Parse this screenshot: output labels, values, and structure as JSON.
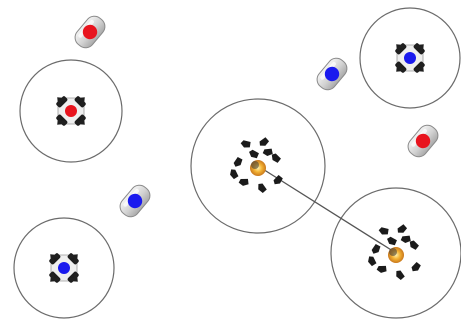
{
  "game": {
    "background_color": "#ffffff",
    "range_ring_color": "#6b6b6b",
    "link_color": "#555555",
    "team_colors": {
      "red": "#e8141e",
      "blue": "#1a1aee"
    },
    "units": [
      {
        "id": "red-pod-left",
        "team": "red",
        "icon": "capsule-unit-icon",
        "has_range_ring": false
      },
      {
        "id": "red-turret-left",
        "team": "red",
        "icon": "turret-unit-icon",
        "has_range_ring": true
      },
      {
        "id": "blue-pod-center-left",
        "team": "blue",
        "icon": "capsule-unit-icon",
        "has_range_ring": false
      },
      {
        "id": "blue-turret-bottom-left",
        "team": "blue",
        "icon": "turret-unit-icon",
        "has_range_ring": true
      },
      {
        "id": "blue-pod-top-center",
        "team": "blue",
        "icon": "capsule-unit-icon",
        "has_range_ring": false
      },
      {
        "id": "blue-turret-top-right",
        "team": "blue",
        "icon": "turret-unit-icon",
        "has_range_ring": true
      },
      {
        "id": "red-pod-right",
        "team": "red",
        "icon": "capsule-unit-icon",
        "has_range_ring": false
      }
    ],
    "explosions": [
      {
        "id": "explosion-center",
        "icon": "explosion-debris-icon",
        "has_range_ring": true
      },
      {
        "id": "explosion-bottom-right",
        "icon": "explosion-debris-icon",
        "has_range_ring": true
      }
    ],
    "links": [
      {
        "from": "explosion-center",
        "to": "explosion-bottom-right"
      }
    ]
  }
}
